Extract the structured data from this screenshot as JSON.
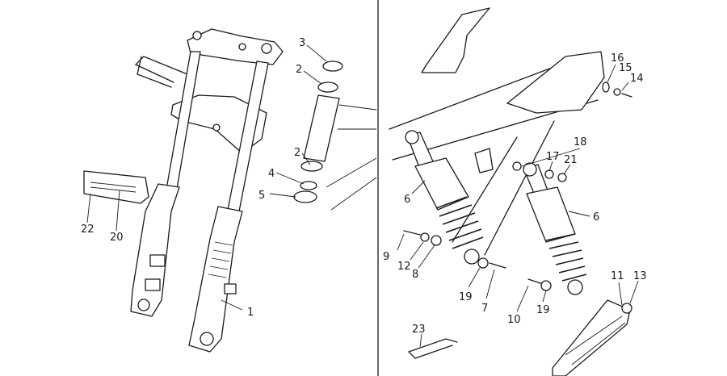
{
  "callouts": {
    "c1": "1",
    "c2a": "2",
    "c2b": "2",
    "c3": "3",
    "c4": "4",
    "c5": "5",
    "c6a": "6",
    "c6b": "6",
    "c7": "7",
    "c8": "8",
    "c9": "9",
    "c10": "10",
    "c11": "11",
    "c12": "12",
    "c13": "13",
    "c14": "14",
    "c15": "15",
    "c16": "16",
    "c17": "17",
    "c18": "18",
    "c19a": "19",
    "c19b": "19",
    "c20": "20",
    "c21": "21",
    "c22": "22",
    "c23": "23"
  },
  "colors": {
    "ink": "#1a1a1a",
    "paper": "#ffffff"
  }
}
